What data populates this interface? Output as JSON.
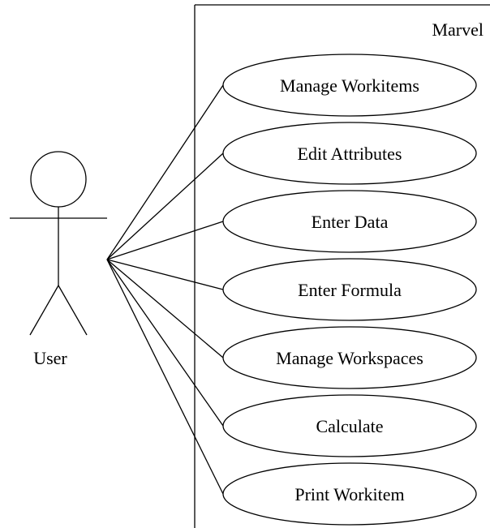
{
  "system": {
    "name": "Marvel"
  },
  "actor": {
    "name": "User"
  },
  "use_cases": [
    {
      "label": "Manage Workitems"
    },
    {
      "label": "Edit Attributes"
    },
    {
      "label": "Enter Data"
    },
    {
      "label": "Enter Formula"
    },
    {
      "label": "Manage Workspaces"
    },
    {
      "label": "Calculate"
    },
    {
      "label": "Print Workitem"
    }
  ]
}
